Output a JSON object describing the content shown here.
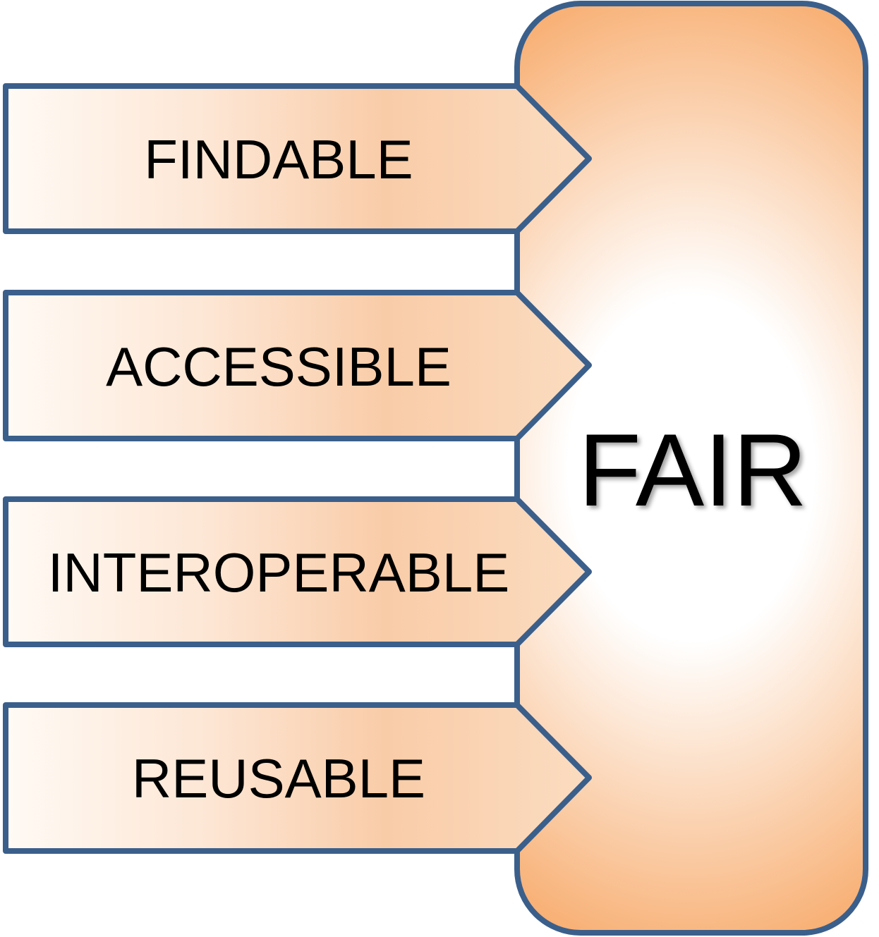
{
  "title": "FAIR",
  "principles": [
    {
      "label": "FINDABLE"
    },
    {
      "label": "ACCESSIBLE"
    },
    {
      "label": "INTEROPERABLE"
    },
    {
      "label": "REUSABLE"
    }
  ],
  "colors": {
    "stroke": "#3b5f8b",
    "orange": "#f69c52",
    "arrow_fill": "#f9cca8"
  }
}
